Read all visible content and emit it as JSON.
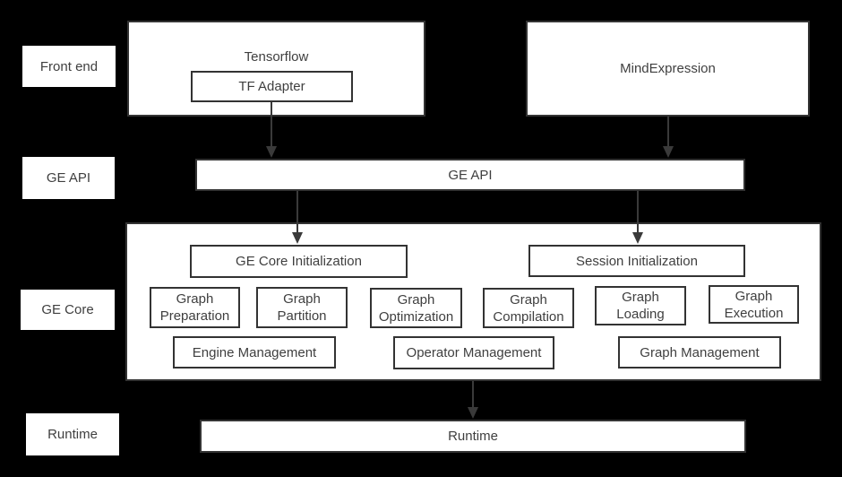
{
  "colors": {
    "background": "#000000",
    "box_fill": "#ffffff",
    "box_border": "#333333",
    "text": "#3f3f3f",
    "arrow": "#3a3a3a"
  },
  "row_labels": {
    "front_end": "Front end",
    "ge_api": "GE API",
    "ge_core": "GE Core",
    "runtime": "Runtime"
  },
  "front_end": {
    "tensorflow": "Tensorflow",
    "tf_adapter": "TF Adapter",
    "mindexpression": "MindExpression"
  },
  "ge_api": {
    "label": "GE API"
  },
  "ge_core": {
    "init": [
      "GE Core Initialization",
      "Session Initialization"
    ],
    "modules": [
      "Graph Preparation",
      "Graph Partition",
      "Graph Optimization",
      "Graph Compilation",
      "Graph Loading",
      "Graph Execution"
    ],
    "managers": [
      "Engine Management",
      "Operator Management",
      "Graph Management"
    ]
  },
  "runtime": {
    "label": "Runtime"
  }
}
